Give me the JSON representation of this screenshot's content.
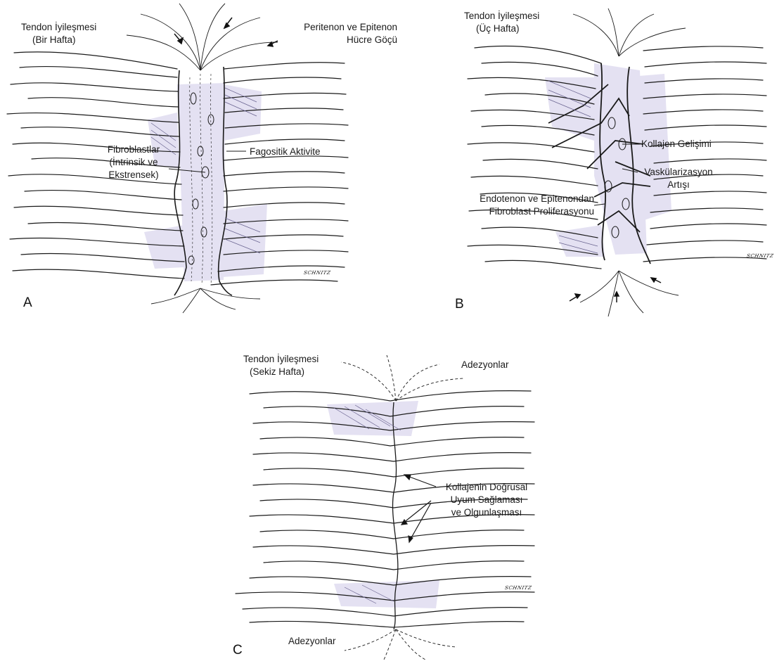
{
  "panels": [
    {
      "letter": "A",
      "title": [
        "Tendon İyileşmesi",
        "(Bir Hafta)"
      ],
      "labels": {
        "migration": [
          "Peritenon ve Epitenon",
          "Hücre Göçü"
        ],
        "fibroblasts": [
          "Fibroblastlar",
          "(İntrinsik ve",
          "Ekstrensek)"
        ],
        "phagocytic": "Fagositik Aktivite"
      },
      "signature": "SCHNITZ"
    },
    {
      "letter": "B",
      "title": [
        "Tendon İyileşmesi",
        "(Üç Hafta)"
      ],
      "labels": {
        "collagen": "Kollajen Gelişimi",
        "vascular": [
          "Vaskülarizasyon",
          "Artışı"
        ],
        "proliferation": [
          "Endotenon ve Epitenondan",
          "Fibroblast Proliferasyonu"
        ]
      },
      "signature": "SCHNITZ"
    },
    {
      "letter": "C",
      "title": [
        "Tendon İyileşmesi",
        "(Sekiz Hafta)"
      ],
      "labels": {
        "adhesions_top": "Adezyonlar",
        "alignment": [
          "Kollajenin Doğrusal",
          "Uyum Sağlaması",
          "ve Olgunlaşması"
        ],
        "adhesions_bottom": "Adezyonlar"
      },
      "signature": "SCHNITZ"
    }
  ],
  "colors": {
    "ink": "#1a1a1a",
    "shade": "#e4e1f2",
    "hatch": "#6a6490"
  }
}
